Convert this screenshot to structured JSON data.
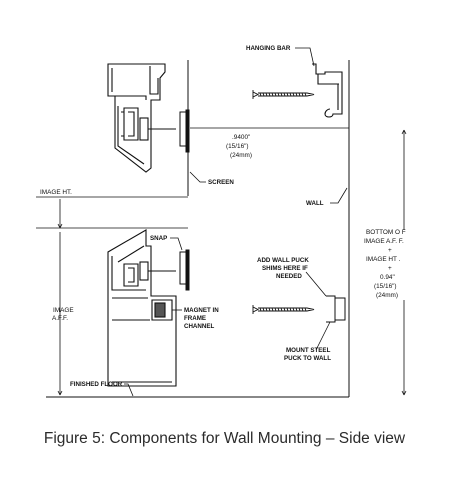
{
  "caption": "Figure 5:  Components for Wall Mounting – Side view",
  "labels": {
    "hanging_bar": "HANGING BAR",
    "dim_top_1": ".9400\"",
    "dim_top_2": "(15/16\")",
    "dim_top_3": "(24mm)",
    "screen": "SCREEN",
    "image_ht": "IMAGE HT.",
    "wall": "WALL",
    "snap": "SNAP",
    "magnet_1": "MAGNET IN",
    "magnet_2": "FRAME",
    "magnet_3": "CHANNEL",
    "image_aff_1": "IMAGE",
    "image_aff_2": "A.F.F.",
    "shims_1": "ADD WALL PUCK",
    "shims_2": "SHIMS HERE IF",
    "shims_3": "NEEDED",
    "puck_1": "MOUNT STEEL",
    "puck_2": "PUCK TO WALL",
    "finished_floor": "FINISHED FLOOR",
    "right_1": "BOTTOM O F",
    "right_2": "IMAGE A.F. F.",
    "right_3": "+",
    "right_4": "IMAGE HT .",
    "right_5": "+",
    "right_6": "0.94\"",
    "right_7": "(15/16\")",
    "right_8": "(24mm)"
  }
}
